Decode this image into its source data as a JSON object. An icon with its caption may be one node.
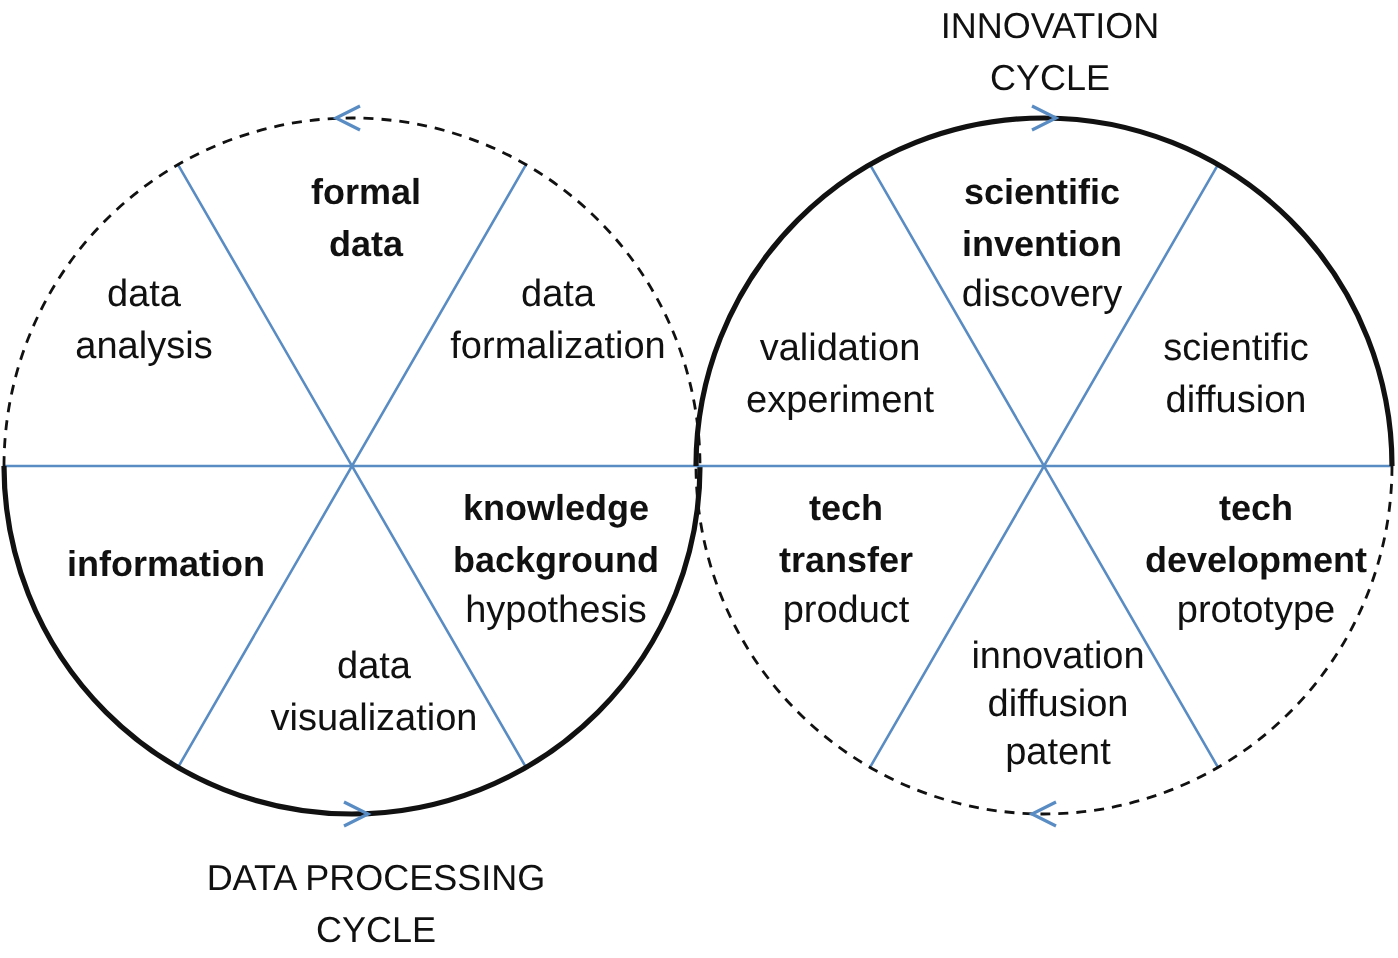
{
  "diagram": {
    "nodes": [
      {
        "text": [
          "DATA PROCESSING CYCLE"
        ]
      },
      {
        "text": [
          "formal data"
        ],
        "in": 0
      },
      {
        "text": [
          "data analysis"
        ],
        "in": 0
      },
      {
        "text": [
          "data formalization"
        ],
        "in": 0
      },
      {
        "text": [
          "information"
        ],
        "in": 0
      },
      {
        "text": [
          "knowledge background",
          "hypothesis"
        ],
        "in": 0
      },
      {
        "text": [
          "data visualization"
        ],
        "in": 0
      },
      {
        "text": [
          "INNOVATION CYCLE"
        ]
      },
      {
        "text": [
          "scientific invention",
          "discovery"
        ],
        "in": 7
      },
      {
        "text": [
          "validation experiment"
        ],
        "in": 7
      },
      {
        "text": [
          "scientific diffusion"
        ],
        "in": 7
      },
      {
        "text": [
          "tech transfer",
          "product"
        ],
        "in": 7
      },
      {
        "text": [
          "tech development",
          "prototype"
        ],
        "in": 7
      },
      {
        "text": [
          "innovation diffusion patent"
        ],
        "in": 7
      }
    ]
  }
}
